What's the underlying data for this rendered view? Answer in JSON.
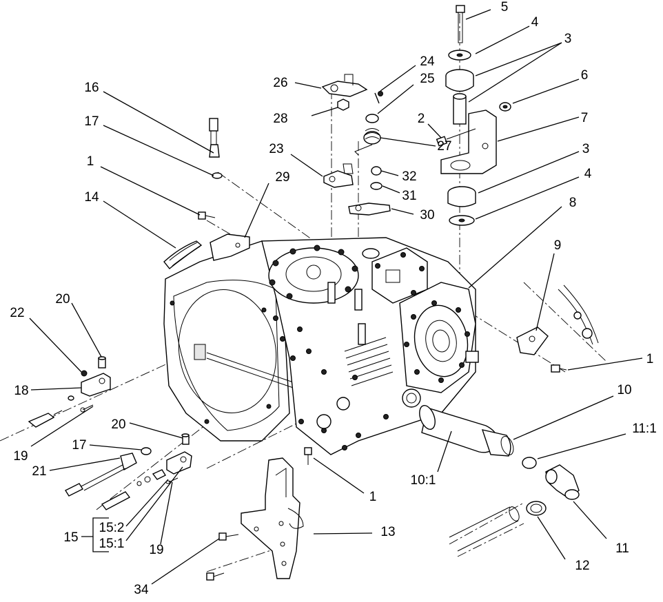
{
  "diagram": {
    "callouts": {
      "c5": "5",
      "c4a": "4",
      "c3a": "3",
      "c6": "6",
      "c24": "24",
      "c25": "25",
      "c26": "26",
      "c28": "28",
      "c16": "16",
      "c2": "2",
      "c7": "7",
      "c17a": "17",
      "c27": "27",
      "c23": "23",
      "c32": "32",
      "c3b": "3",
      "c1a": "1",
      "c29": "29",
      "c4b": "4",
      "c31": "31",
      "c14": "14",
      "c30": "30",
      "c8": "8",
      "c9": "9",
      "c20a": "20",
      "c22": "22",
      "c1b": "1",
      "c18": "18",
      "c10": "10",
      "c19a": "19",
      "c20b": "20",
      "c11_1": "11:1",
      "c17b": "17",
      "c21": "21",
      "c1c": "1",
      "c10_1": "10:1",
      "c15": "15",
      "c15_2": "15:2",
      "c15_1": "15:1",
      "c13": "13",
      "c19b": "19",
      "c11": "11",
      "c12": "12",
      "c34": "34"
    }
  }
}
